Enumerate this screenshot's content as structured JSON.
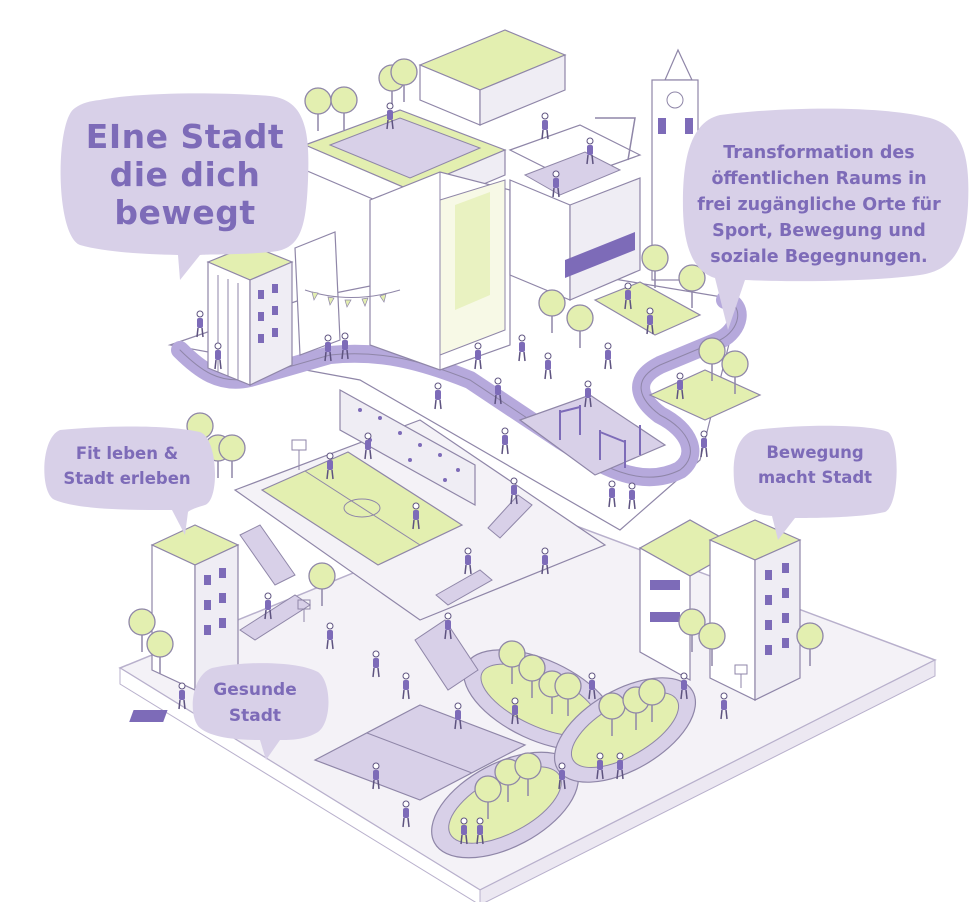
{
  "colors": {
    "purple": "#7d6bb8",
    "bubble": "#d8d0e8",
    "lime": "#e3efb0",
    "lime_dark": "#cfe27a",
    "outline": "#8f86a8",
    "ground": "#f4f2f7"
  },
  "bubbles": {
    "main": {
      "lines": [
        "EIne Stadt",
        "die dich",
        "bewegt"
      ]
    },
    "transformation": {
      "lines": [
        "Transformation des",
        "öffentlichen Raums in",
        "frei zugängliche Orte für",
        "Sport, Bewegung und",
        "soziale Begegnungen."
      ]
    },
    "fit": {
      "lines": [
        "Fit leben &",
        "Stadt erleben"
      ]
    },
    "bewegung": {
      "lines": [
        "Bewegung",
        "macht Stadt"
      ]
    },
    "gesund": {
      "lines": [
        "Gesunde",
        "Stadt"
      ]
    }
  },
  "icons": {
    "tree": "tree-icon",
    "person": "person-icon",
    "basketball_hoop": "basketball-hoop-icon",
    "bunting": "bunting-flags-icon",
    "clock_tower": "clock-tower-icon"
  }
}
